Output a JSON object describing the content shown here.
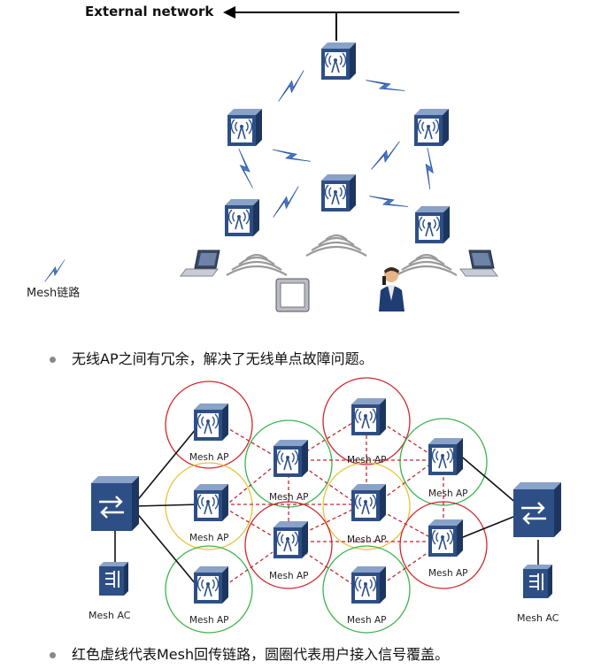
{
  "top_diagram": {
    "external_label": "External network",
    "legend_label": "Mesh链路",
    "bullet_text": "无线AP之间有冗余，解决了无线单点故障问题。"
  },
  "bottom_diagram": {
    "ap_label": "Mesh AP",
    "ac_label": "Mesh AC",
    "bullet_text": "红色虚线代表Mesh回传链路，圆圈代表用户接入信号覆盖。"
  },
  "colors": {
    "ap_blue": "#2d4f86",
    "mesh_red": "#c0282f",
    "circle_red": "#d0272e",
    "circle_green": "#3bb54a",
    "circle_yellow": "#e8c23a",
    "bolt_blue": "#4d78c4"
  }
}
